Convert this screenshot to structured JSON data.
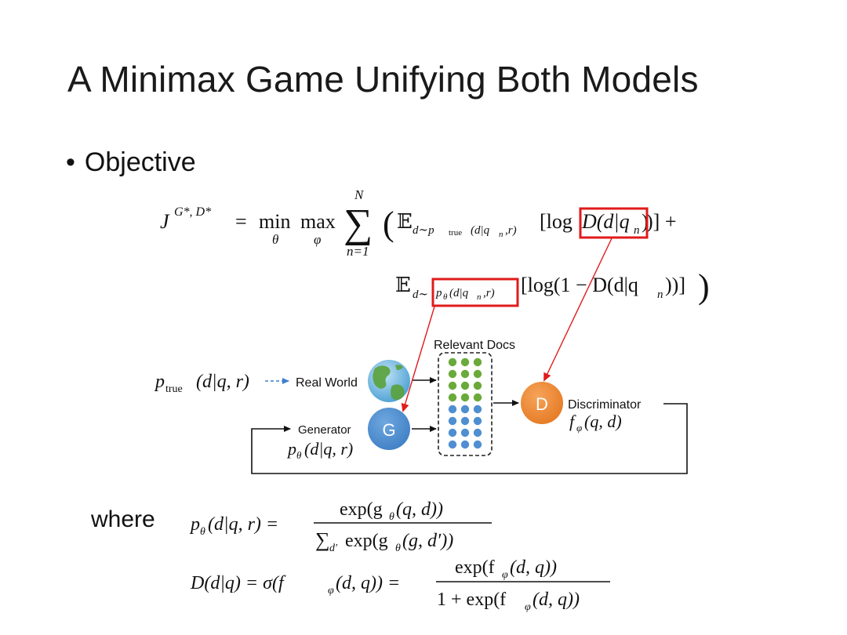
{
  "slide": {
    "title": "A Minimax Game Unifying Both Models",
    "bullet_marker": "•",
    "bullet_text": "Objective",
    "where_label": "where"
  },
  "objective": {
    "lhs": "J",
    "lhs_sup": "G*, D*",
    "equals": "=",
    "min": "min",
    "min_sub": "θ",
    "max": "max",
    "max_sub": "φ",
    "sum": "∑",
    "sum_top": "N",
    "sum_bottom": "n=1",
    "open_paren": "(",
    "close_paren": ")",
    "E1": "𝔼",
    "E1_sub": "d∼p",
    "E1_sub2": "true",
    "E1_sub3": "(d|q",
    "E1_sub4": "n",
    "E1_sub5": ",r)",
    "term1_pre": "[log ",
    "term1_boxed": "D(d|q",
    "term1_boxed_sub": "n",
    "term1_boxed_close": ")",
    "term1_post": ")] +",
    "E2": "𝔼",
    "E2_sub": "d∼",
    "E2_boxed": "p",
    "E2_boxed_sub": "θ",
    "E2_boxed_rest": "(d|q",
    "E2_boxed_sub2": "n",
    "E2_boxed_end": ",r)",
    "term2": "[log(1 − D(d|q",
    "term2_sub": "n",
    "term2_end": "))]"
  },
  "diagram": {
    "relevant_docs_label": "Relevant Docs",
    "ptrue_label": "p",
    "ptrue_sub": "true",
    "ptrue_rest": "(d|q, r)",
    "real_world_label": "Real World",
    "generator_label": "Generator",
    "generator_node": "G",
    "generator_formula": "p",
    "generator_formula_sub": "θ",
    "generator_formula_rest": "(d|q, r)",
    "discriminator_node": "D",
    "discriminator_label": "Discriminator",
    "discriminator_formula": "f",
    "discriminator_formula_sub": "φ",
    "discriminator_formula_rest": "(q, d)"
  },
  "definitions": {
    "eq1_lhs": "p",
    "eq1_lhs_sub": "θ",
    "eq1_lhs_rest": "(d|q, r) =",
    "eq1_num": "exp(g",
    "eq1_num_sub": "θ",
    "eq1_num_rest": "(q, d))",
    "eq1_den_sum": "∑",
    "eq1_den_sub": "d′",
    "eq1_den": "exp(g",
    "eq1_den_sub2": "θ",
    "eq1_den_rest": "(g, d′))",
    "eq2_lhs": "D(d|q) = σ(f",
    "eq2_lhs_sub": "φ",
    "eq2_lhs_rest": "(d, q)) =",
    "eq2_num": "exp(f",
    "eq2_num_sub": "φ",
    "eq2_num_rest": "(d, q))",
    "eq2_den": "1 + exp(f",
    "eq2_den_sub": "φ",
    "eq2_den_rest": "(d, q))"
  },
  "colors": {
    "highlight_box": "#e01b1b",
    "arrow_red": "#e01b1b",
    "arrow_blue": "#3d7fd0",
    "green_doc": "#6aaa3a",
    "blue_doc": "#4f8fd1",
    "node_g": "#4f8fd1",
    "node_d": "#ec8431"
  }
}
